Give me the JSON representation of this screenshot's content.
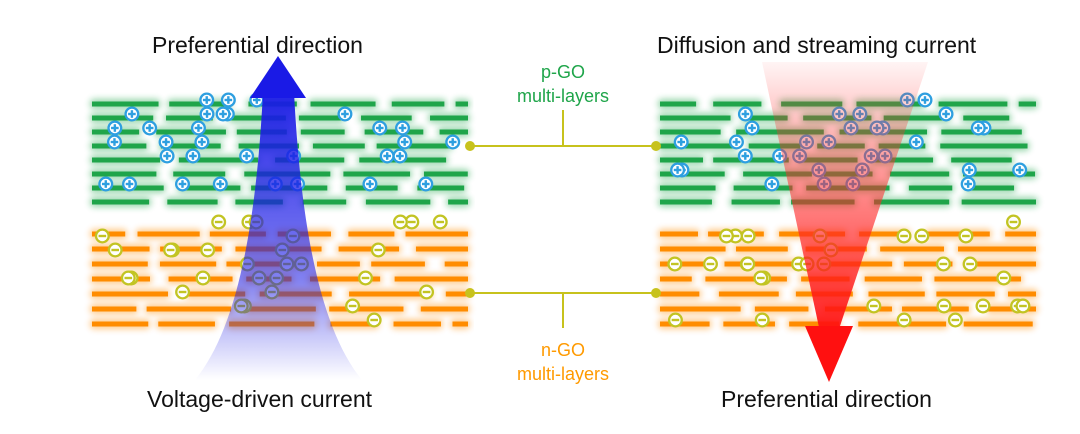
{
  "captions": {
    "top_left": "Preferential direction",
    "top_right": "Diffusion and streaming current",
    "bottom_left": "Voltage-driven current",
    "bottom_right": "Preferential direction"
  },
  "labels": {
    "pgo_line1": "p-GO",
    "pgo_line2": "multi-layers",
    "ngo_line1": "n-GO",
    "ngo_line2": "multi-layers"
  },
  "colors": {
    "pgo": "#1fa54a",
    "ngo": "#ff8c00",
    "positive_ion": "#2e9fe0",
    "negative_ion": "#c2c423",
    "connector": "#c7c21c",
    "up_arrow": "#1a1ae6",
    "down_arrow": "#ff1111",
    "pgo_label": "#1fa54a",
    "ngo_label": "#ff9a00"
  },
  "icons": {
    "positive": "plus-ion-icon",
    "negative": "minus-ion-icon"
  }
}
